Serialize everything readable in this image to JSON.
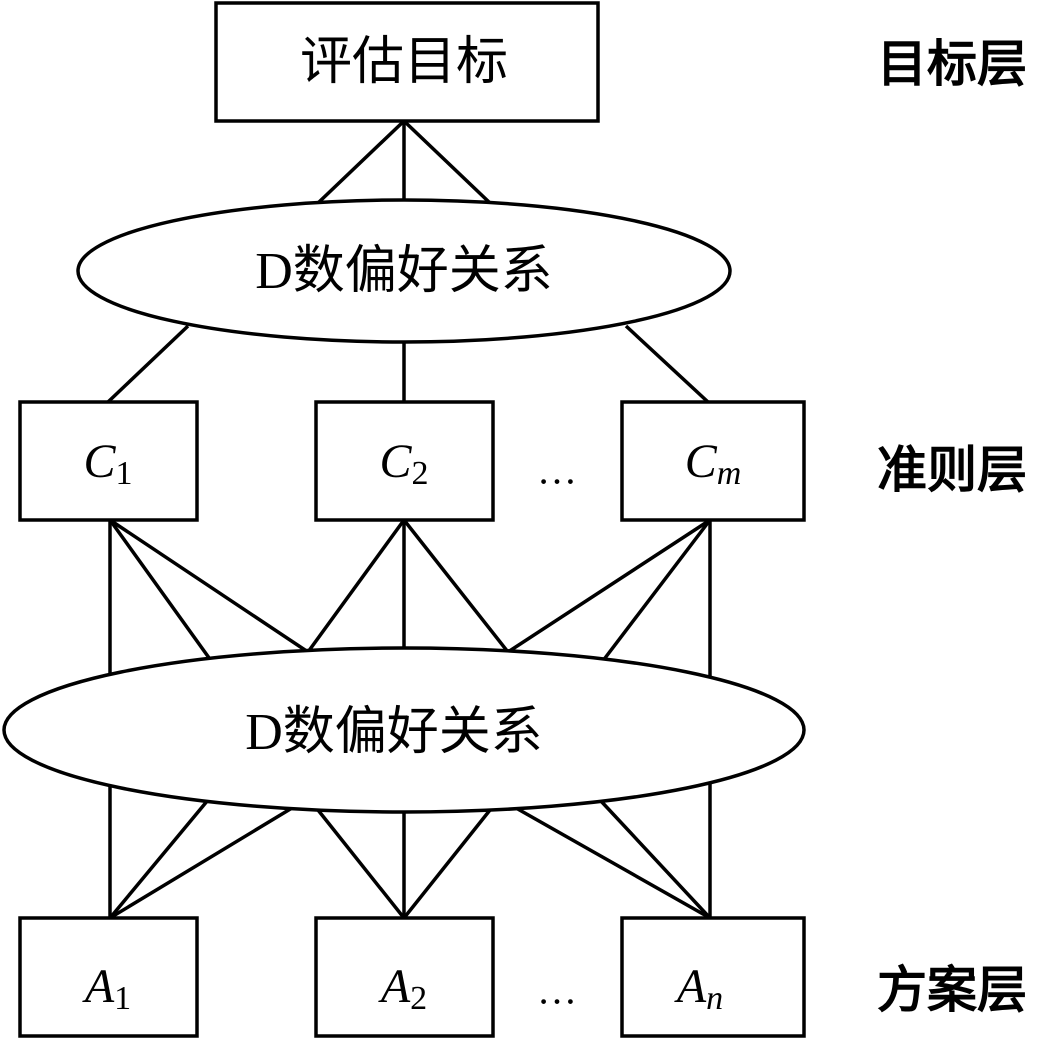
{
  "goal": {
    "label": "评估目标"
  },
  "preference_top": {
    "letter": "D",
    "text": "数偏好关系"
  },
  "preference_bottom": {
    "letter": "D",
    "text": "数偏好关系"
  },
  "criteria": [
    {
      "main": "C",
      "sub": "1",
      "sub_italic": false
    },
    {
      "main": "C",
      "sub": "2",
      "sub_italic": false
    },
    {
      "main": "C",
      "sub": "m",
      "sub_italic": true
    }
  ],
  "alternatives": [
    {
      "main": "A",
      "sub": "1",
      "sub_italic": false
    },
    {
      "main": "A",
      "sub": "2",
      "sub_italic": false
    },
    {
      "main": "A",
      "sub": "n",
      "sub_italic": true
    }
  ],
  "ellipsis": "…",
  "layers": {
    "goal": "目标层",
    "criteria": "准则层",
    "alternatives": "方案层"
  }
}
